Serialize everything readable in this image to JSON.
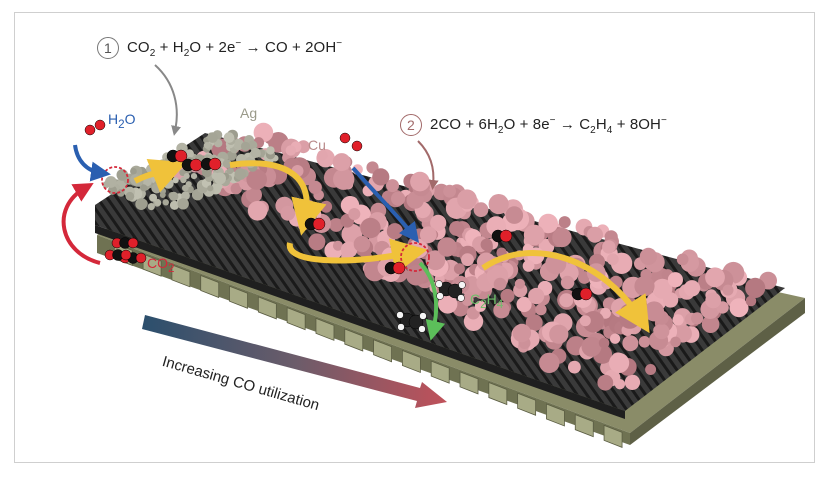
{
  "equations": {
    "eq1": {
      "number": "1",
      "text_parts": [
        "CO",
        "2",
        " + H",
        "2",
        "O + 2e",
        "−",
        " → CO + 2OH",
        "−"
      ]
    },
    "eq2": {
      "number": "2",
      "text_parts": [
        "2CO + 6H",
        "2",
        "O + 8e",
        "−",
        " → C",
        "2",
        "H",
        "4",
        " + 8OH",
        "−"
      ]
    }
  },
  "labels": {
    "h2o": [
      "H",
      "2",
      "O"
    ],
    "ag": "Ag",
    "cu": "Cu",
    "co2": [
      "CO",
      "2"
    ],
    "c2h4": [
      "C",
      "2",
      "H",
      "4"
    ],
    "arrow_caption": "Increasing CO utilization"
  },
  "colors": {
    "eq1_circle": "#777777",
    "eq2_circle": "#a26a6a",
    "h2o_text": "#2a5fb0",
    "ag_text": "#9a9a8a",
    "cu_text": "#b98a8a",
    "co2_text": "#d4283a",
    "c2h4_text": "#6fbf6a",
    "flow_arrow": "#f0c23a",
    "blue_arrow": "#2a5fb0",
    "green_arrow": "#5cbf5a",
    "red_arrow": "#d4283a",
    "ag_particles": "#a9aa98",
    "cu_particles": "#c28c90",
    "gdl_stripes": "#2b2b2b",
    "base_side": "#6f7252",
    "base_top": "#8a8c68"
  }
}
